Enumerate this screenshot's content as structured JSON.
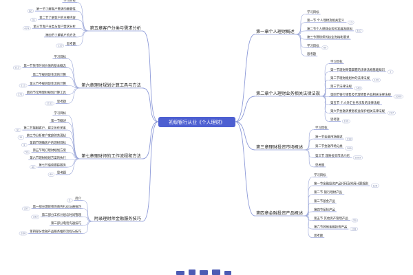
{
  "root": {
    "label": "初级银行从业《个人理财》",
    "color": "#4d5fd1"
  },
  "branches": [
    {
      "id": "ch1",
      "side": "right",
      "label": "第一章个人理财概述",
      "children": [
        {
          "label": "学习目标",
          "count": ""
        },
        {
          "label": "第一节 个人理财及相关定义",
          "count": "13"
        },
        {
          "label": "第二节个人理财业务的发展及原因",
          "count": "347"
        },
        {
          "label": "第三节理财师的执业资格和要求",
          "count": ""
        },
        {
          "label": "学习目标",
          "count": "60"
        },
        {
          "label": "思考题",
          "count": ""
        }
      ]
    },
    {
      "id": "ch2",
      "side": "right",
      "label": "第二章个人理财业务相关法律法规",
      "children": [
        {
          "label": "学习目标",
          "count": ""
        },
        {
          "label": "第一节理财师需掌握的法律法规基础知识",
          "count": "1"
        },
        {
          "label": "第二节理财规划中的法律法规",
          "count": "109"
        },
        {
          "label": "第三节法律法规",
          "count": "143"
        },
        {
          "label": "第四节银行销售及代理销售产品相关法律法规",
          "count": "1000"
        },
        {
          "label": "第五节 个人外汇业务涉及的法律法规",
          "count": ""
        },
        {
          "label": "第六节金融消费者权益保护相关法律法规",
          "count": "297"
        },
        {
          "label": "思考题",
          "count": "109"
        }
      ]
    },
    {
      "id": "ch3",
      "side": "right",
      "label": "第三章理财投资市场概述",
      "children": [
        {
          "label": "学习目标",
          "count": ""
        },
        {
          "label": "第一节金融市场概述",
          "count": "318"
        },
        {
          "label": "第二节金融市场分类",
          "count": "108"
        },
        {
          "label": "第三节 理财投资市场介绍",
          "count": "2809"
        },
        {
          "label": "思考题",
          "count": ""
        }
      ]
    },
    {
      "id": "ch4",
      "side": "right",
      "label": "第四章金融投资产品概述",
      "children": [
        {
          "label": "学习目标",
          "count": ""
        },
        {
          "label": "第一节金融投资产品代码及常用计算规则",
          "count": "126"
        },
        {
          "label": "第二节 银行理财产品",
          "count": ""
        },
        {
          "label": "第三节基金产品",
          "count": ""
        },
        {
          "label": "第四节保险产品",
          "count": ""
        },
        {
          "label": "第五节 其他资产管理产品",
          "count": "99"
        },
        {
          "label": "第六节其他金融投资产品",
          "count": "128"
        },
        {
          "label": "思考题",
          "count": ""
        }
      ]
    },
    {
      "id": "ch5",
      "side": "left",
      "label": "第五章客户分类与需求分析",
      "children": [
        {
          "label": "学习目标",
          "count": ""
        },
        {
          "label": "第一节了解客户需求的重要性",
          "count": "60"
        },
        {
          "label": "第二节了解客户的主要内容",
          "count": "31"
        },
        {
          "label": "第三节客户分类与客户需求分析",
          "count": "474"
        },
        {
          "label": "第四节了解客户的方法",
          "count": ""
        },
        {
          "label": "思考题",
          "count": "115"
        }
      ]
    },
    {
      "id": "ch6",
      "side": "left",
      "label": "第六章理财规划计算工具与方法",
      "children": [
        {
          "label": "学习目标",
          "count": ""
        },
        {
          "label": "第一节货币时间价值的基本概念",
          "count": "215"
        },
        {
          "label": "第二节规则现金流的计算",
          "count": ""
        },
        {
          "label": "第三节不规则现金流的计算",
          "count": "111"
        },
        {
          "label": "第四节常用理财规划计算工具",
          "count": "171"
        },
        {
          "label": "思考题",
          "count": "1112"
        }
      ]
    },
    {
      "id": "ch7",
      "side": "left",
      "label": "第七章理财师的工作流程和方法",
      "children": [
        {
          "label": "学习目标",
          "count": ""
        },
        {
          "label": "第一节概述",
          "count": ""
        },
        {
          "label": "第二节接触客户、建立信任关系",
          "count": "91"
        },
        {
          "label": "第三节分析客户家庭财务现状",
          "count": "31"
        },
        {
          "label": "第四节明确客户的理财目标",
          "count": "4"
        },
        {
          "label": "第五节制订理财规划方案",
          "count": "50"
        },
        {
          "label": "第六节理财规划方案的执行",
          "count": ""
        },
        {
          "label": "第七节后续跟踪服务",
          "count": "40"
        },
        {
          "label": "思考题",
          "count": "60"
        }
      ]
    },
    {
      "id": "att",
      "side": "left",
      "label": "附录理财师金融服务技巧",
      "children": [
        {
          "label": "简介",
          "count": "3"
        },
        {
          "label": "第一部分理财师的商务礼仪与通技巧",
          "count": "357"
        },
        {
          "label": "第二部分工作计划与时间管理",
          "count": "333"
        },
        {
          "label": "第三部分电话沟通技巧",
          "count": ""
        },
        {
          "label": "第四部分金融产品服务推荐流程与技巧",
          "count": "164"
        }
      ]
    }
  ]
}
